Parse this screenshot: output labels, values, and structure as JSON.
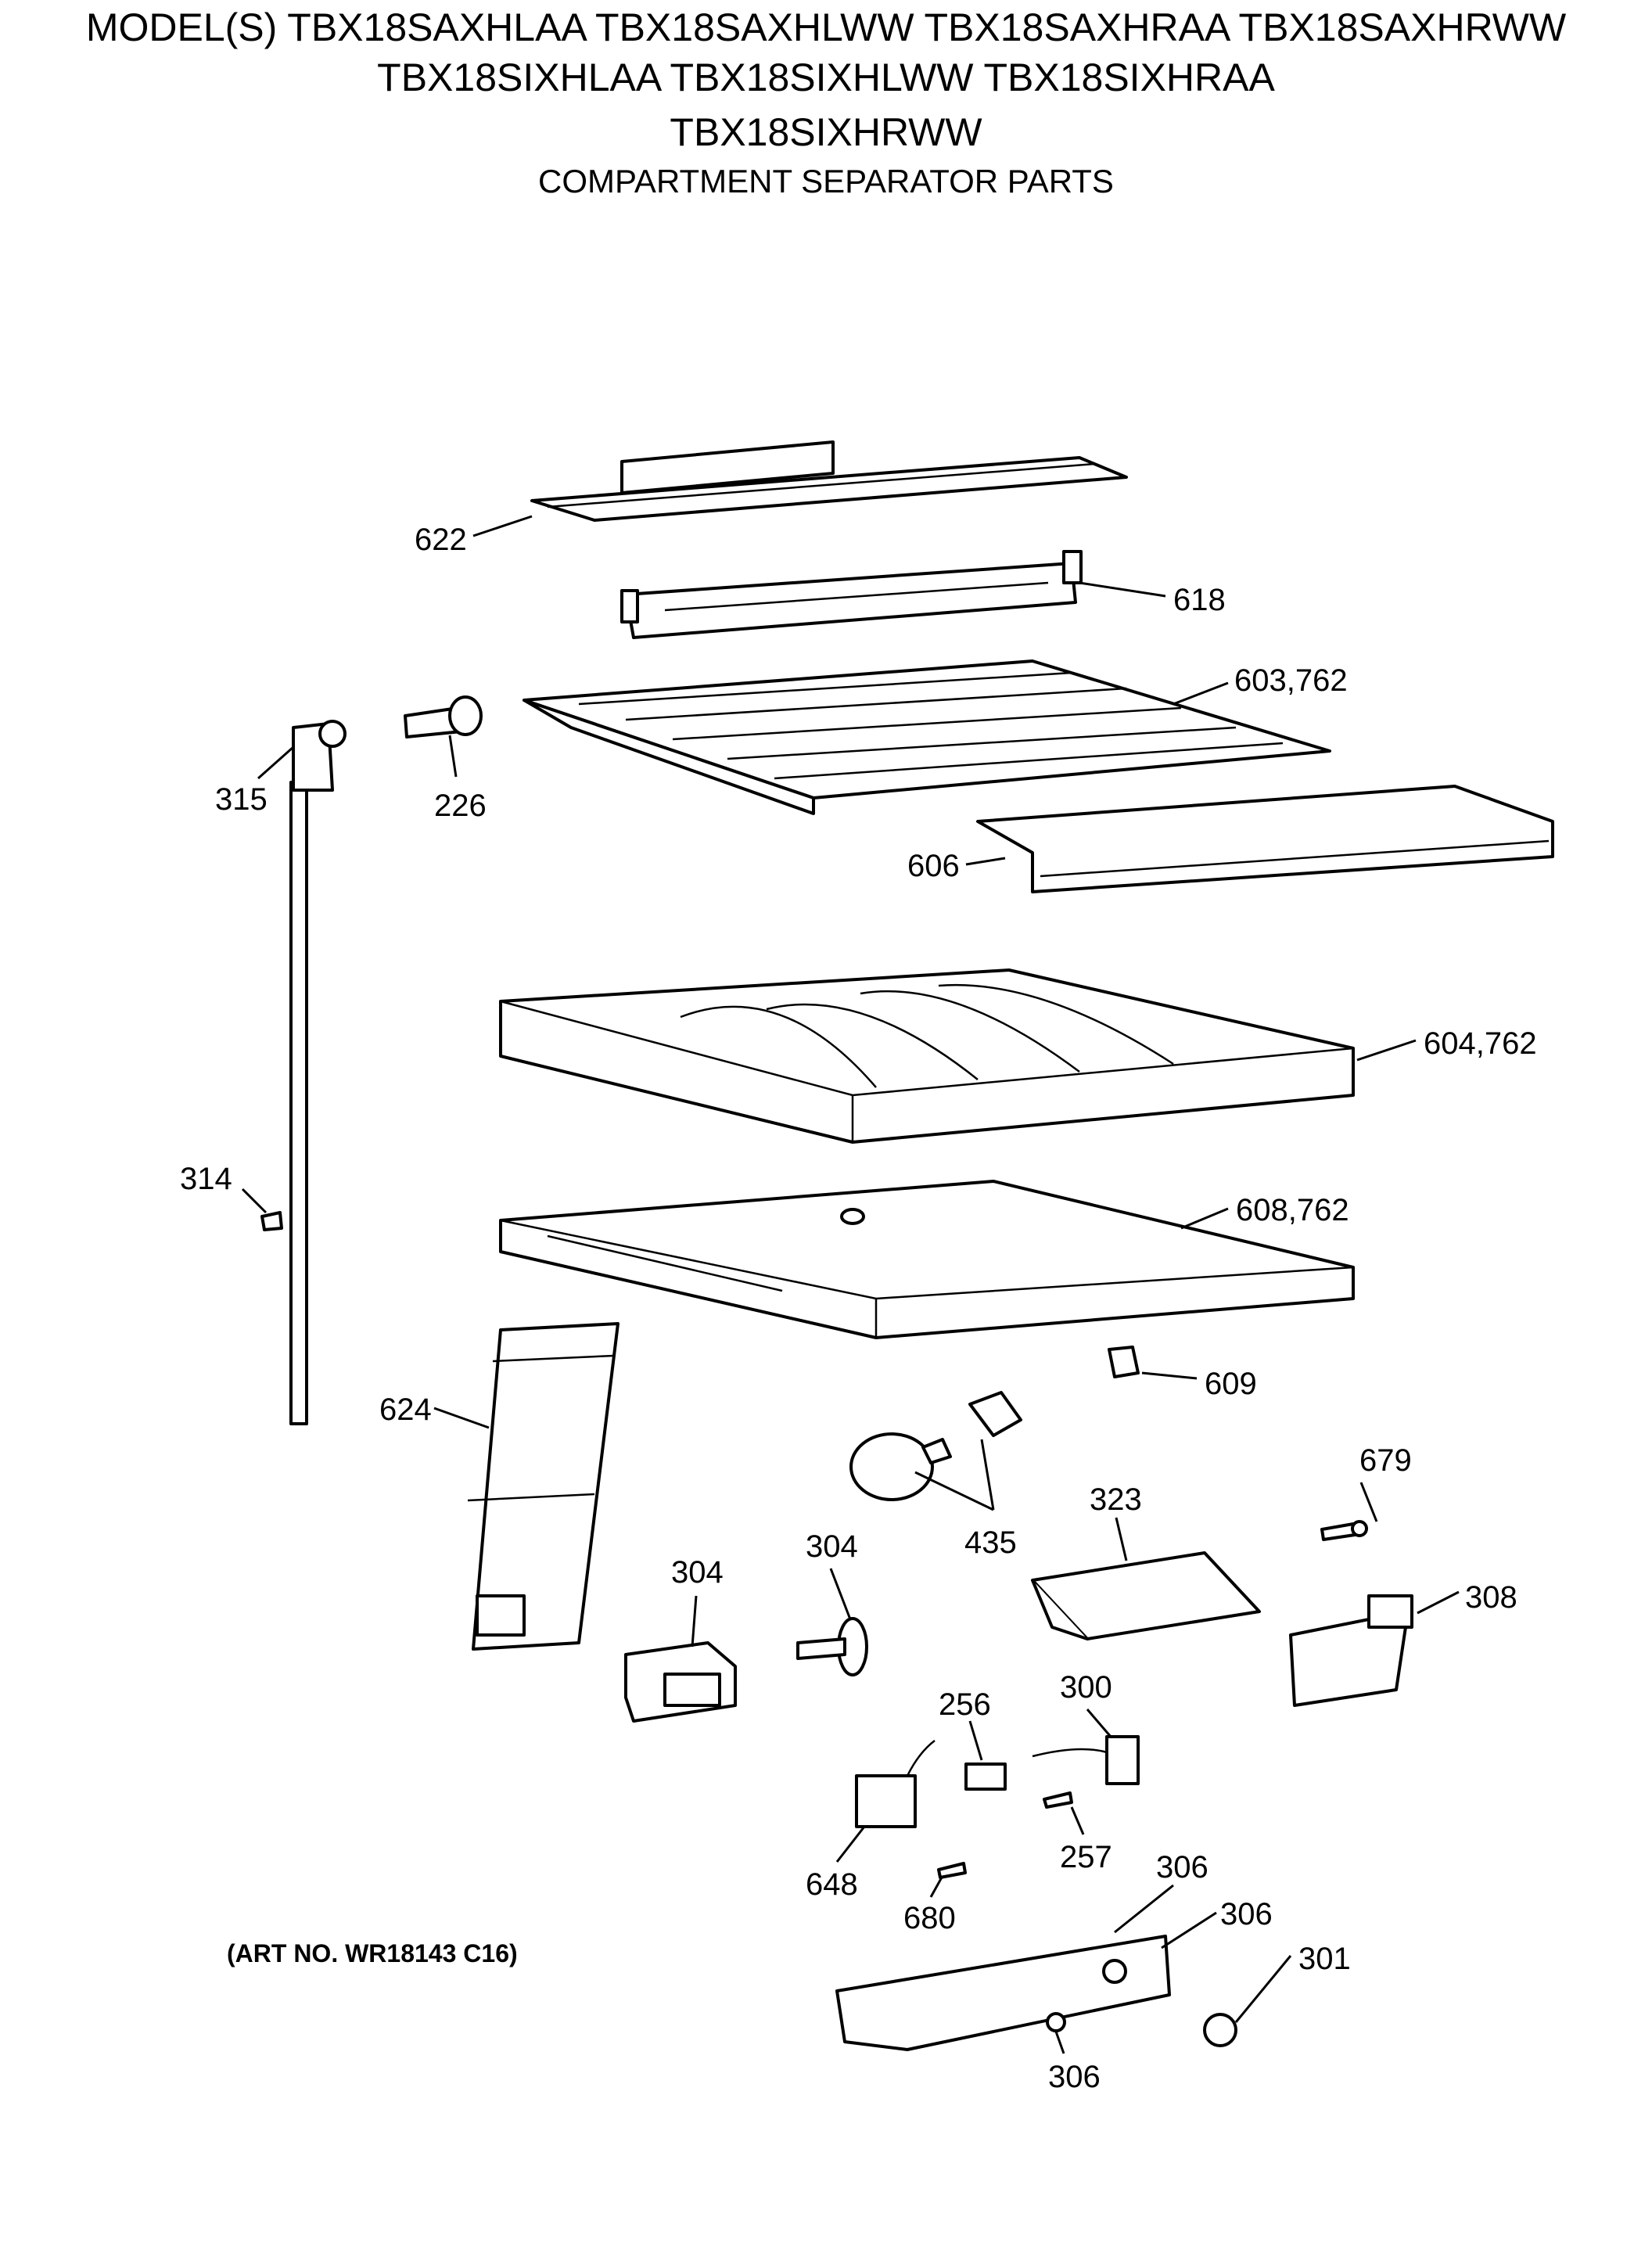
{
  "header": {
    "models_line1": "MODEL(S) TBX18SAXHLAA  TBX18SAXHLWW  TBX18SAXHRAA  TBX18SAXHRWW",
    "models_line2": "TBX18SIXHLAA  TBX18SIXHLWW  TBX18SIXHRAA",
    "models_line3": "TBX18SIXHRWW",
    "section_title": "COMPARTMENT SEPARATOR PARTS"
  },
  "art_number": "(ART NO. WR18143 C16)",
  "callouts": {
    "c622": "622",
    "c618": "618",
    "c603": "603,762",
    "c315": "315",
    "c226": "226",
    "c606": "606",
    "c604": "604,762",
    "c314": "314",
    "c608": "608,762",
    "c609": "609",
    "c624": "624",
    "c679": "679",
    "c323": "323",
    "c435": "435",
    "c304a": "304",
    "c304b": "304",
    "c308": "308",
    "c300": "300",
    "c256": "256",
    "c257": "257",
    "c648": "648",
    "c680": "680",
    "c306a": "306",
    "c306b": "306",
    "c301": "301",
    "c306c": "306"
  }
}
